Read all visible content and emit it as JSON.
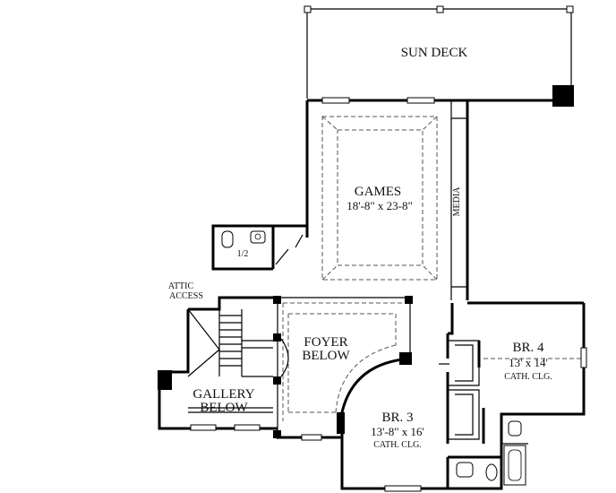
{
  "rooms": {
    "sun_deck": {
      "name": "SUN DECK"
    },
    "games": {
      "name": "GAMES",
      "size": "18'-8\" x 23-8\""
    },
    "media": {
      "name": "MEDIA"
    },
    "half_bath": {
      "name": "1/2"
    },
    "attic": {
      "line1": "ATTIC",
      "line2": "ACCESS"
    },
    "foyer": {
      "line1": "FOYER",
      "line2": "BELOW"
    },
    "gallery": {
      "line1": "GALLERY",
      "line2": "BELOW"
    },
    "br3": {
      "name": "BR. 3",
      "size": "13'-8\" x 16'",
      "note": "CATH. CLG."
    },
    "br4": {
      "name": "BR. 4",
      "size": "13' x 14'",
      "note": "CATH. CLG."
    }
  }
}
